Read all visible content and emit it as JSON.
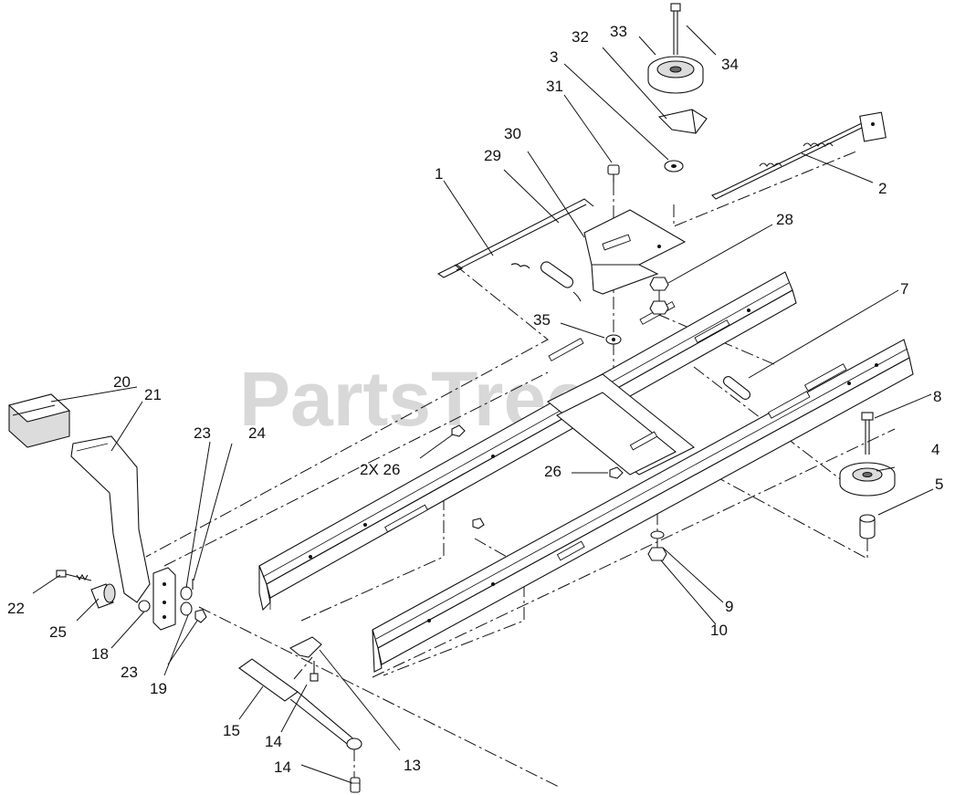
{
  "watermark": "PartsTree",
  "callouts": [
    {
      "id": "c1",
      "text": "1"
    },
    {
      "id": "c2",
      "text": "2"
    },
    {
      "id": "c3",
      "text": "3"
    },
    {
      "id": "c4",
      "text": "4"
    },
    {
      "id": "c5",
      "text": "5"
    },
    {
      "id": "c7",
      "text": "7"
    },
    {
      "id": "c8",
      "text": "8"
    },
    {
      "id": "c9",
      "text": "9"
    },
    {
      "id": "c10",
      "text": "10"
    },
    {
      "id": "c13",
      "text": "13"
    },
    {
      "id": "c14a",
      "text": "14"
    },
    {
      "id": "c14b",
      "text": "14"
    },
    {
      "id": "c15",
      "text": "15"
    },
    {
      "id": "c18",
      "text": "18"
    },
    {
      "id": "c19",
      "text": "19"
    },
    {
      "id": "c20",
      "text": "20"
    },
    {
      "id": "c21",
      "text": "21"
    },
    {
      "id": "c22",
      "text": "22"
    },
    {
      "id": "c23a",
      "text": "23"
    },
    {
      "id": "c23b",
      "text": "23"
    },
    {
      "id": "c24",
      "text": "24"
    },
    {
      "id": "c25",
      "text": "25"
    },
    {
      "id": "c26a",
      "text": "2X 26"
    },
    {
      "id": "c26b",
      "text": "26"
    },
    {
      "id": "c28",
      "text": "28"
    },
    {
      "id": "c29",
      "text": "29"
    },
    {
      "id": "c30",
      "text": "30"
    },
    {
      "id": "c31",
      "text": "31"
    },
    {
      "id": "c32",
      "text": "32"
    },
    {
      "id": "c33",
      "text": "33"
    },
    {
      "id": "c34",
      "text": "34"
    },
    {
      "id": "c35",
      "text": "35"
    }
  ]
}
